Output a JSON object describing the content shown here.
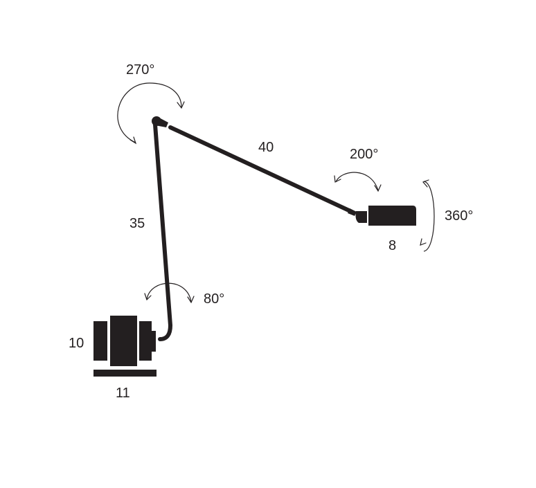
{
  "colors": {
    "ink": "#231f20",
    "background": "#ffffff"
  },
  "labels": {
    "upper_arm_length": "40",
    "lower_arm_length": "35",
    "head_width": "8",
    "base_height": "10",
    "base_width": "11",
    "joint_rotation": "270°",
    "head_tilt": "200°",
    "head_rotation": "360°",
    "base_rotation": "80°"
  }
}
